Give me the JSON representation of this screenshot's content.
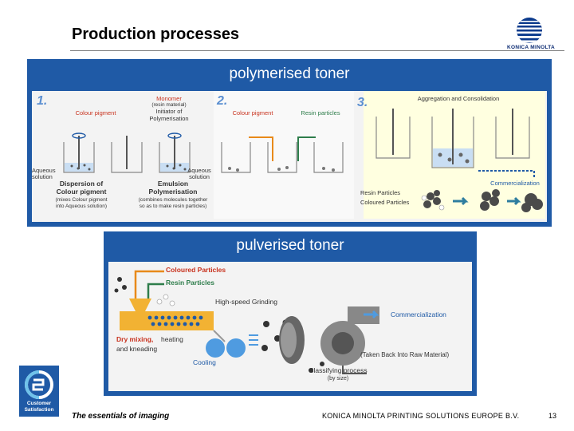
{
  "title": "Production processes",
  "brand": "KONICA MINOLTA",
  "panels": {
    "polymerised": {
      "heading": "polymerised toner",
      "steps": [
        "1.",
        "2.",
        "3."
      ],
      "labels": {
        "monomer": "Monomer",
        "resin_material": "(resin material)",
        "initiator": "Initiator of",
        "polymerisation": "Polymerisation",
        "colour_pigment_1": "Colour pigment",
        "aqueous_left": "Aqueous",
        "aqueous_left2": "solution",
        "aqueous_right": "Aqueous",
        "aqueous_right2": "solution",
        "dispersion_1": "Dispersion of",
        "dispersion_2": "Colour pigment",
        "dispersion_3": "(mixes Colour pigment",
        "dispersion_4": "into Aqueous solution)",
        "emulsion_1": "Emulsion",
        "emulsion_2": "Polymerisation",
        "emulsion_3": "(combines molecules together",
        "emulsion_4": "so as to make resin particles)",
        "colour_pigment_2": "Colour pigment",
        "resin_particles": "Resin particles",
        "aggregation": "Aggregation and Consolidation",
        "commercialization": "Commercialization",
        "resin_particles_2": "Resin Particles",
        "coloured_particles": "Coloured Particles"
      }
    },
    "pulverised": {
      "heading": "pulverised toner",
      "labels": {
        "coloured_particles": "Coloured Particles",
        "resin_particles": "Resin Particles",
        "grinding": "High-speed Grinding",
        "commercialization": "Commercialization",
        "dry_mixing": "Dry mixing,",
        "heating": "heating",
        "kneading": "and kneading",
        "cooling": "Cooling",
        "taken_back": "(Taken Back Into Raw Material)",
        "classifying": "Classifying process",
        "by_size": "(by size)"
      }
    }
  },
  "footer": {
    "cs_line1": "Customer",
    "cs_line2": "Satisfaction",
    "tagline": "The essentials of imaging",
    "company": "KONICA MINOLTA PRINTING SOLUTIONS EUROPE B.V.",
    "page": "13"
  },
  "colors": {
    "panel_blue": "#1f5aa6",
    "accent_red": "#c8321e",
    "accent_green": "#2e7d4b",
    "accent_orange": "#e88a1a"
  }
}
